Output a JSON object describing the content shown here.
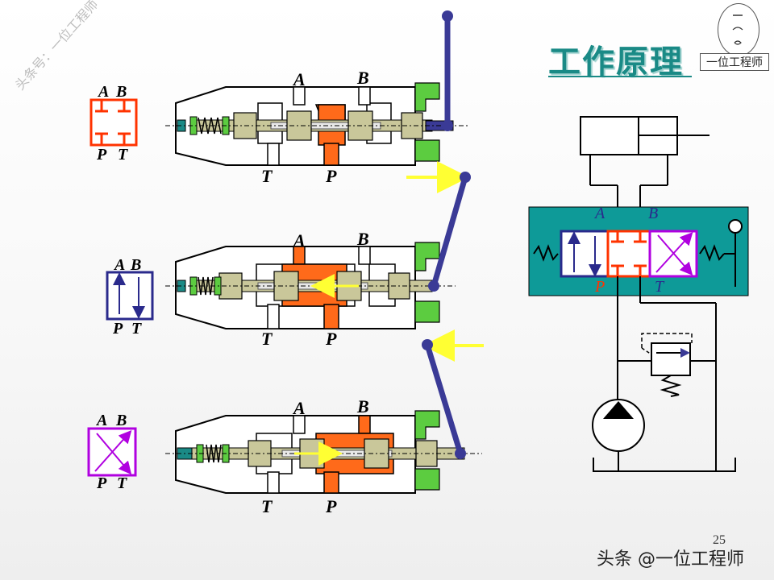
{
  "title": "工作原理",
  "watermark": "头条号：一位工程师",
  "logo": {
    "caption": "一位工程师"
  },
  "page_number": "25",
  "footer": "头条 @一位工程师",
  "port_labels": {
    "a": "A",
    "b": "B",
    "p": "P",
    "t": "T"
  },
  "colors": {
    "title": "#1a8a86",
    "pressure": "#ff6a1a",
    "spool": "#c9c79a",
    "lever": "#3a3a96",
    "arrow": "#ffff33",
    "valve_panel": "#0e9a98",
    "symbol_neutral": "#ff3300",
    "symbol_parallel": "#2a2a8c",
    "symbol_cross": "#b000e0",
    "seal": "#5ccc40"
  },
  "rows": [
    {
      "state": "neutral",
      "symbol": "blocked",
      "lever": "vertical",
      "push_arrow": "none"
    },
    {
      "state": "left",
      "symbol": "parallel",
      "lever": "tilted-right",
      "push_arrow": "pointing-right"
    },
    {
      "state": "right",
      "symbol": "cross",
      "lever": "tilted-left",
      "push_arrow": "pointing-left"
    }
  ],
  "circuit": {
    "components": [
      "cylinder",
      "3-position 4-way valve",
      "relief valve",
      "pump",
      "tank"
    ]
  }
}
